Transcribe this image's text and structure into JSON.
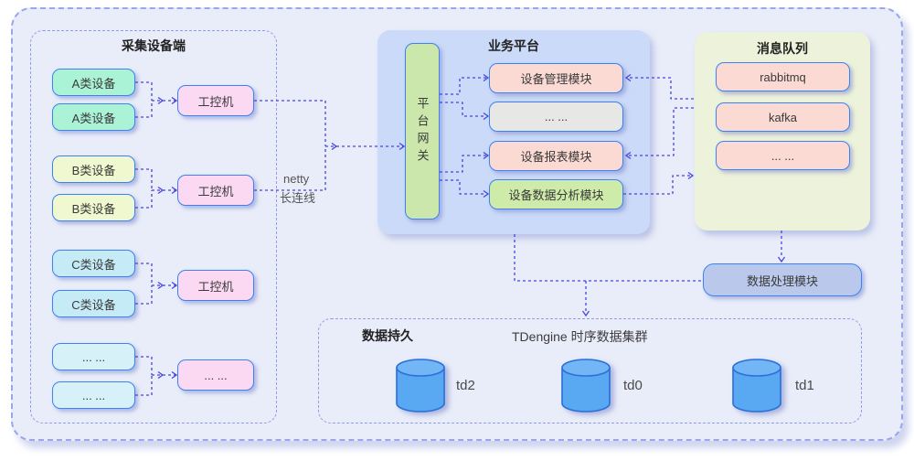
{
  "collector": {
    "title": "采集设备端",
    "groups": [
      {
        "device1": "A类设备",
        "device2": "A类设备",
        "controller": "工控机"
      },
      {
        "device1": "B类设备",
        "device2": "B类设备",
        "controller": "工控机"
      },
      {
        "device1": "C类设备",
        "device2": "C类设备",
        "controller": "工控机"
      },
      {
        "device1": "... ...",
        "device2": "... ...",
        "controller": "... ..."
      }
    ]
  },
  "connection": {
    "protocol": "netty",
    "type": "长连线"
  },
  "platform": {
    "title": "业务平台",
    "gateway": "平台网关",
    "modules": [
      {
        "label": "设备管理模块"
      },
      {
        "label": "... ..."
      },
      {
        "label": "设备报表模块"
      },
      {
        "label": "设备数据分析模块"
      }
    ]
  },
  "message_queue": {
    "title": "消息队列",
    "items": [
      {
        "label": "rabbitmq"
      },
      {
        "label": "kafka"
      },
      {
        "label": "... ..."
      }
    ]
  },
  "data_processing": {
    "label": "数据处理模块"
  },
  "persistence": {
    "title": "数据持久",
    "cluster_label": "TDengine 时序数据集群",
    "databases": [
      {
        "label": "td2"
      },
      {
        "label": "td0"
      },
      {
        "label": "td1"
      }
    ]
  },
  "colors": {
    "outer_bg": "#e9edf9",
    "box_border": "#3b82f6",
    "connector": "#4545e0",
    "device_a": "#abf3d6",
    "device_b": "#eff8cf",
    "device_c": "#c5ebf7",
    "device_dots": "#d6f2f8",
    "controller": "#fbd9f2",
    "gateway": "#cbe7ab",
    "module_pink": "#fbdad4",
    "module_gray": "#e7e7e5",
    "module_green": "#cfeba9",
    "mq_panel": "#edf2da",
    "platform_panel": "#cbdaf8",
    "data_processing": "#bac9eb",
    "db_fill": "#58a8f2",
    "db_top": "#72b6f5",
    "db_border": "#2b6fd8"
  }
}
